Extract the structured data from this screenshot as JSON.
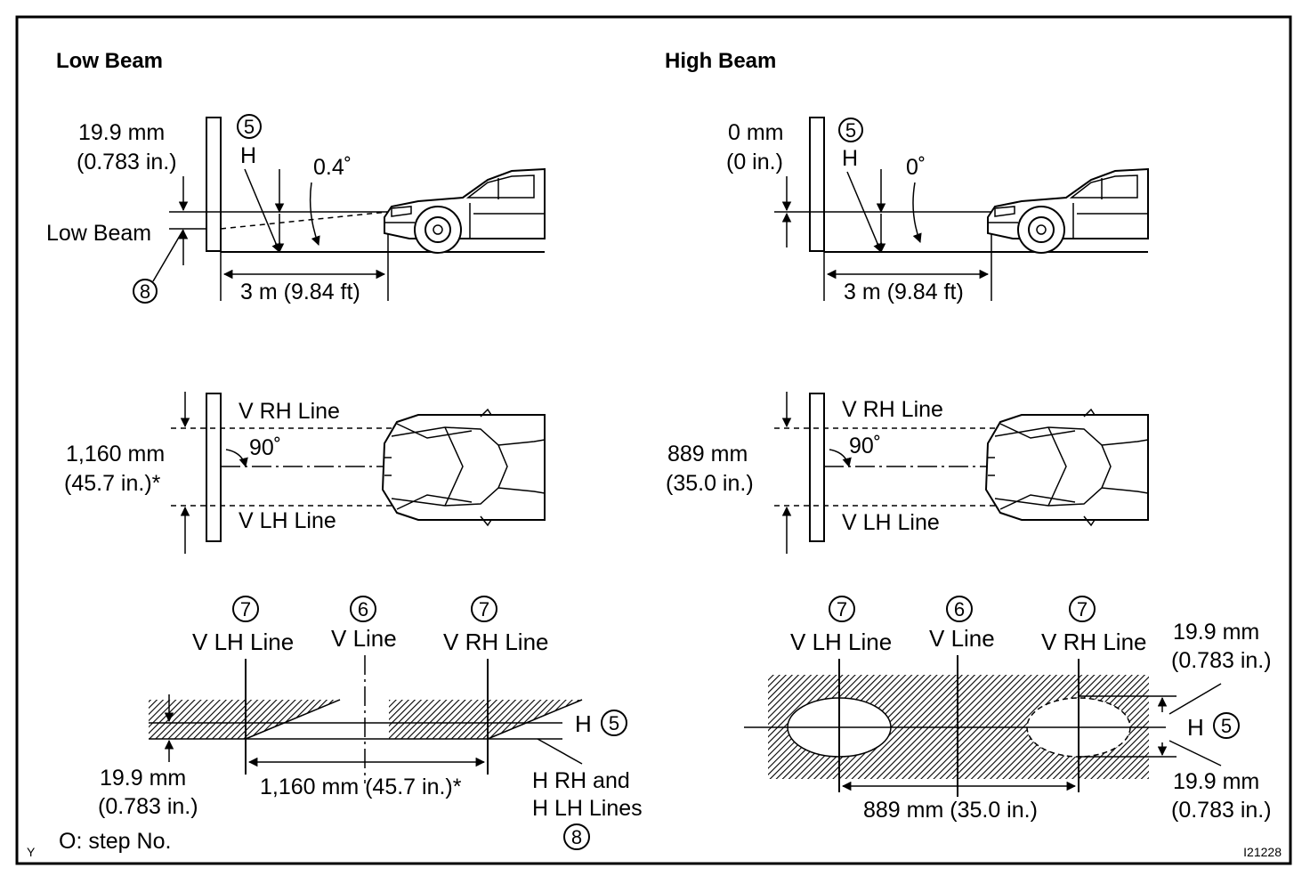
{
  "low_beam": {
    "title": "Low Beam",
    "side": {
      "offset_mm": "19.9 mm",
      "offset_in": "(0.783 in.)",
      "beam_label": "Low Beam",
      "step_h": "5",
      "h_label": "H",
      "angle": "0.4˚",
      "step_beam": "8",
      "distance": "3 m (9.84 ft)"
    },
    "top": {
      "v_rh": "V RH Line",
      "v_lh": "V LH Line",
      "angle": "90˚",
      "width_mm": "1,160 mm",
      "width_in": "(45.7 in.)*"
    },
    "screen": {
      "step_v_lh": "7",
      "v_lh": "V LH Line",
      "step_v": "6",
      "v": "V Line",
      "step_v_rh": "7",
      "v_rh": "V RH Line",
      "h": "H",
      "step_h": "5",
      "offset_mm": "19.9 mm",
      "offset_in": "(0.783 in.)",
      "spacing": "1,160 mm (45.7 in.)*",
      "hrh_1": "H RH and",
      "hrh_2": "H LH Lines",
      "step_hrh": "8"
    }
  },
  "high_beam": {
    "title": "High Beam",
    "side": {
      "offset_mm": "0 mm",
      "offset_in": "(0 in.)",
      "step_h": "5",
      "h_label": "H",
      "angle": "0˚",
      "distance": "3 m (9.84 ft)"
    },
    "top": {
      "v_rh": "V RH Line",
      "v_lh": "V LH Line",
      "angle": "90˚",
      "width_mm": "889 mm",
      "width_in": "(35.0 in.)"
    },
    "screen": {
      "step_v_lh": "7",
      "v_lh": "V LH Line",
      "step_v": "6",
      "v": "V Line",
      "step_v_rh": "7",
      "v_rh": "V RH Line",
      "h": "H",
      "step_h": "5",
      "top_mm": "19.9 mm",
      "top_in": "(0.783 in.)",
      "bottom_mm": "19.9 mm",
      "bottom_in": "(0.783 in.)",
      "spacing": "889 mm (35.0 in.)"
    }
  },
  "legend": "O: step No.",
  "corner_mark": "Y",
  "figure_id": "I21228"
}
